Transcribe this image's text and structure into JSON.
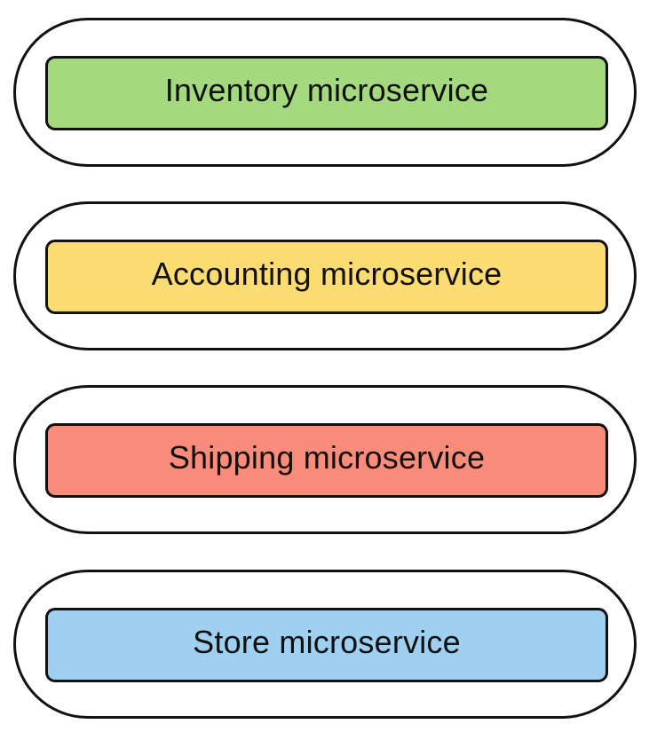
{
  "services": [
    {
      "label": "Inventory microservice",
      "color": "#a4d97f"
    },
    {
      "label": "Accounting microservice",
      "color": "#fddc74"
    },
    {
      "label": "Shipping microservice",
      "color": "#f98c7b"
    },
    {
      "label": "Store microservice",
      "color": "#9fd0f0"
    }
  ]
}
